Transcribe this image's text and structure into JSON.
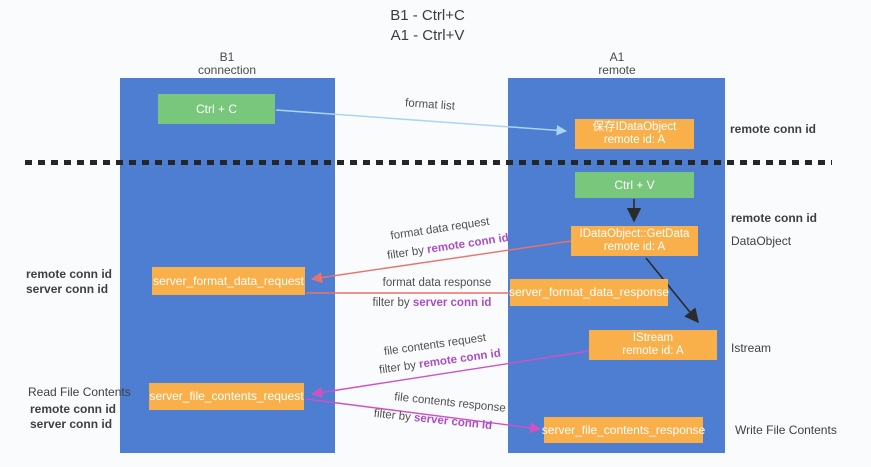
{
  "title": {
    "line1": "B1 - Ctrl+C",
    "line2": "A1 - Ctrl+V"
  },
  "lanes": {
    "left": {
      "name": "B1",
      "subtitle": "connection"
    },
    "right": {
      "name": "A1",
      "subtitle": "remote"
    }
  },
  "boxes": {
    "ctrl_c": {
      "label": "Ctrl + C"
    },
    "ctrl_v": {
      "label": "Ctrl + V"
    },
    "save_idataobject": {
      "line1": "保存IDataObject",
      "line2": "remote id: A"
    },
    "getdata": {
      "line1": "IDataObject::GetData",
      "line2": "remote id: A"
    },
    "istream": {
      "line1": "IStream",
      "line2": "remote id: A"
    },
    "format_request": {
      "label": "server_format_data_request"
    },
    "format_response": {
      "label": "server_format_data_response"
    },
    "file_request": {
      "label": "server_file_contents_request"
    },
    "file_response": {
      "label": "server_file_contents_response"
    }
  },
  "annotations": {
    "remote_conn_id_top": "remote conn id",
    "remote_conn_id_mid": "remote conn id",
    "dataobject": "DataObject",
    "istream_side": "Istream",
    "write_file_contents": "Write File Contents",
    "read_file_contents": "Read File Contents",
    "left_remote_conn_id_1": "remote conn id",
    "left_server_conn_id_1": "server conn id",
    "left_remote_conn_id_2": "remote conn id",
    "left_server_conn_id_2": "server conn id"
  },
  "arrow_labels": {
    "format_list": "format list",
    "format_data_request": "format data request",
    "filter1_prefix": "filter by ",
    "filter1_key": "remote conn id",
    "format_data_response": "format data response",
    "filter2_prefix": "filter by ",
    "filter2_key": "server conn id",
    "file_contents_request": "file contents request",
    "filter3_prefix": "filter by ",
    "filter3_key": "remote conn id",
    "file_contents_response": "file contents response",
    "filter4_prefix": "filter by ",
    "filter4_key": "server conn id"
  },
  "colors": {
    "lane_blue": "#4d7ed1",
    "box_orange": "#f9b04a",
    "box_green": "#79c67d",
    "arrow_red": "#e8736b",
    "arrow_magenta": "#cf52c5",
    "arrow_lightblue": "#a9d5f0",
    "arrow_black": "#2b2b2b",
    "text_purple": "#a84fc6",
    "text_green": "#67bd6c",
    "text_dark": "#404040"
  }
}
